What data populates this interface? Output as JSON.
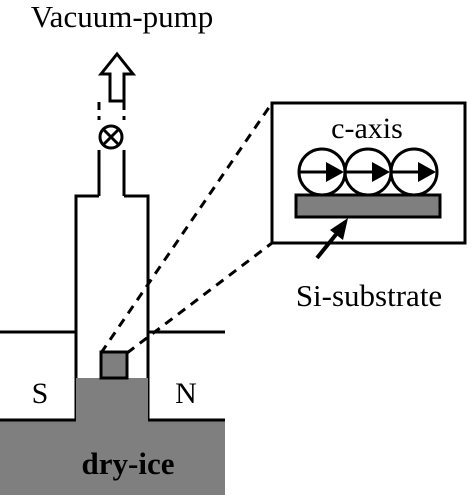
{
  "labels": {
    "vacuum_pump": "Vacuum-pump",
    "c_axis": "c-axis",
    "si_substrate": "Si-substrate",
    "magnet_south": "S",
    "magnet_north": "N",
    "dry_ice": "dry-ice"
  },
  "colors": {
    "line": "#000000",
    "substrate_fill": "#7f7f7f",
    "dry_ice_fill": "#7f7f7f",
    "background": "#ffffff"
  },
  "icons": {
    "exhaust": "up-arrow-outline",
    "valve": "circled-x-valve",
    "crystal_orientation": "circle-with-right-arrow"
  }
}
